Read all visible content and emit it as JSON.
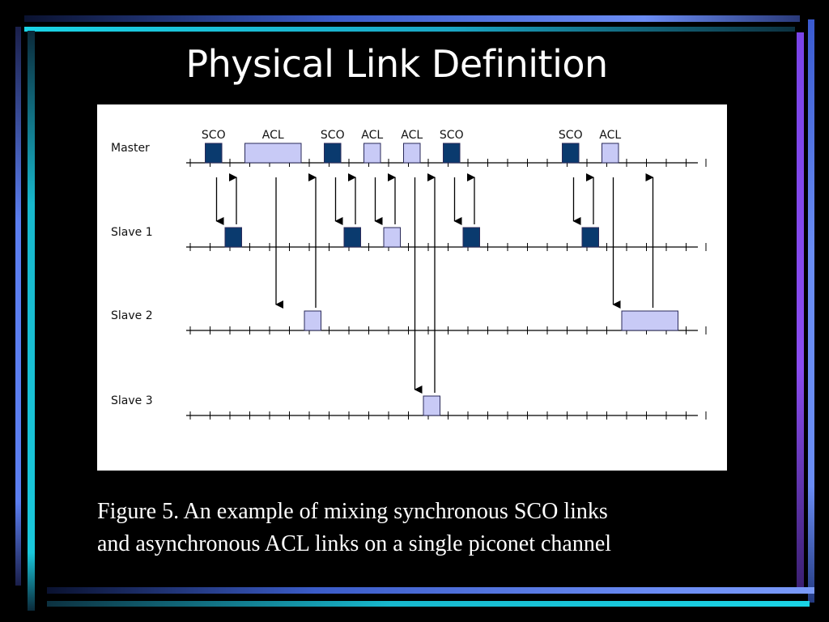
{
  "title": "Physical Link Definition",
  "caption": {
    "line1": "Figure 5. An example of mixing synchronous SCO links",
    "line2": "and asynchronous ACL links on a single piconet channel"
  },
  "colors": {
    "background": "#000000",
    "sco_fill": "#0a3a6e",
    "acl_fill": "#c8caf6",
    "frame_cyan": "#19c0d2",
    "frame_blue": "#5c7ef0",
    "frame_purple": "#8a4cf0"
  },
  "diagram": {
    "devices": [
      {
        "id": "master",
        "label": "Master"
      },
      {
        "id": "slave1",
        "label": "Slave 1"
      },
      {
        "id": "slave2",
        "label": "Slave 2"
      },
      {
        "id": "slave3",
        "label": "Slave 3"
      }
    ],
    "packets": [
      {
        "device": "master",
        "type": "SCO",
        "start": 1,
        "slots": 1,
        "label": "SCO"
      },
      {
        "device": "master",
        "type": "ACL",
        "start": 3,
        "slots": 3,
        "label": "ACL"
      },
      {
        "device": "master",
        "type": "SCO",
        "start": 7,
        "slots": 1,
        "label": "SCO"
      },
      {
        "device": "master",
        "type": "ACL",
        "start": 9,
        "slots": 1,
        "label": "ACL"
      },
      {
        "device": "master",
        "type": "ACL",
        "start": 11,
        "slots": 1,
        "label": "ACL"
      },
      {
        "device": "master",
        "type": "SCO",
        "start": 13,
        "slots": 1,
        "label": "SCO"
      },
      {
        "device": "master",
        "type": "SCO",
        "start": 19,
        "slots": 1,
        "label": "SCO"
      },
      {
        "device": "master",
        "type": "ACL",
        "start": 21,
        "slots": 1,
        "label": "ACL"
      },
      {
        "device": "slave1",
        "type": "SCO",
        "start": 2,
        "slots": 1
      },
      {
        "device": "slave1",
        "type": "SCO",
        "start": 8,
        "slots": 1
      },
      {
        "device": "slave1",
        "type": "ACL",
        "start": 10,
        "slots": 1
      },
      {
        "device": "slave1",
        "type": "SCO",
        "start": 14,
        "slots": 1
      },
      {
        "device": "slave1",
        "type": "SCO",
        "start": 20,
        "slots": 1
      },
      {
        "device": "slave2",
        "type": "ACL",
        "start": 6,
        "slots": 1
      },
      {
        "device": "slave2",
        "type": "ACL",
        "start": 22,
        "slots": 3
      },
      {
        "device": "slave3",
        "type": "ACL",
        "start": 12,
        "slots": 1
      }
    ],
    "arrows": [
      {
        "from": "master",
        "to": "slave1",
        "slot": 1
      },
      {
        "from": "slave1",
        "to": "master",
        "slot": 2
      },
      {
        "from": "master",
        "to": "slave2",
        "slot": 4
      },
      {
        "from": "slave2",
        "to": "master",
        "slot": 6
      },
      {
        "from": "master",
        "to": "slave1",
        "slot": 7
      },
      {
        "from": "slave1",
        "to": "master",
        "slot": 8
      },
      {
        "from": "master",
        "to": "slave1",
        "slot": 9
      },
      {
        "from": "slave1",
        "to": "master",
        "slot": 10
      },
      {
        "from": "master",
        "to": "slave3",
        "slot": 11
      },
      {
        "from": "slave3",
        "to": "master",
        "slot": 12
      },
      {
        "from": "master",
        "to": "slave1",
        "slot": 13
      },
      {
        "from": "slave1",
        "to": "master",
        "slot": 14
      },
      {
        "from": "master",
        "to": "slave1",
        "slot": 19
      },
      {
        "from": "slave1",
        "to": "master",
        "slot": 20
      },
      {
        "from": "master",
        "to": "slave2",
        "slot": 21
      },
      {
        "from": "slave2",
        "to": "master",
        "slot": 23
      }
    ]
  }
}
